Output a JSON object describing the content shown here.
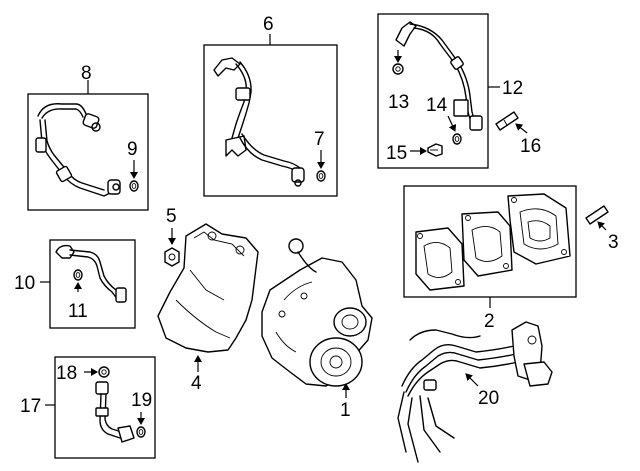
{
  "callouts": {
    "c1": "1",
    "c2": "2",
    "c3": "3",
    "c4": "4",
    "c5": "5",
    "c6": "6",
    "c7": "7",
    "c8": "8",
    "c9": "9",
    "c10": "10",
    "c11": "11",
    "c12": "12",
    "c13": "13",
    "c14": "14",
    "c15": "15",
    "c16": "16",
    "c17": "17",
    "c18": "18",
    "c19": "19",
    "c20": "20"
  },
  "colors": {
    "line": "#000000",
    "background": "#ffffff"
  }
}
